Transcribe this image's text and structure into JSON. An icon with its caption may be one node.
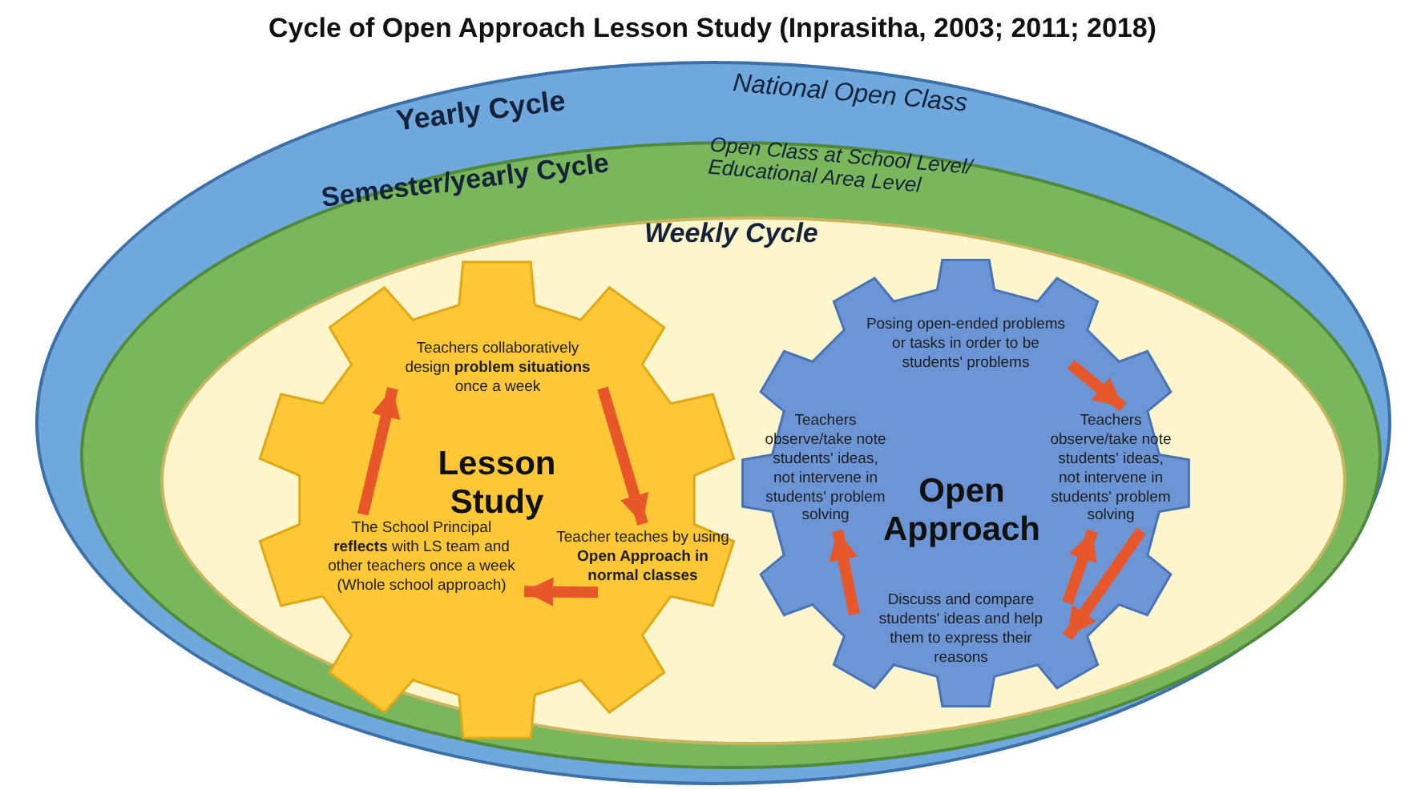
{
  "diagram": {
    "title": "Cycle of Open Approach Lesson Study (Inprasitha, 2003; 2011; 2018)",
    "nodes": [
      {
        "text": [
          "Yearly Cycle",
          "National Open Class"
        ]
      },
      {
        "text": [
          "Semester/yearly Cycle",
          "Open Class at School Level/ Educational Area Level"
        ],
        "in": 0
      },
      {
        "text": [
          "Weekly Cycle"
        ],
        "in": 1
      },
      {
        "text": [
          "Lesson Study"
        ],
        "in": 2
      },
      {
        "text": [
          "Teachers collaboratively design **problem situations** once a week"
        ],
        "in": 3
      },
      {
        "text": [
          "Teacher teaches by using **Open Approach in normal classes**"
        ],
        "in": 3
      },
      {
        "text": [
          "The School Principal **reflects** with LS team and other teachers once a week (Whole school approach)"
        ],
        "in": 3
      },
      {
        "text": [
          "Open Approach"
        ],
        "in": 2
      },
      {
        "text": [
          "Posing open-ended problems or tasks in order to be students' problems"
        ],
        "in": 7
      },
      {
        "text": [
          "Teachers observe/take note students' ideas, not intervene in students' problem solving"
        ],
        "in": 7
      },
      {
        "text": [
          "Discuss and compare students' ideas and help them to express their reasons"
        ],
        "in": 7
      },
      {
        "text": [
          "Teachers observe/take note students' ideas, not intervene in students' problem solving"
        ],
        "in": 7
      }
    ],
    "edges": [
      {
        "from": 4,
        "to": 5,
        "arrow": "to"
      },
      {
        "from": 5,
        "to": 6,
        "arrow": "to"
      },
      {
        "from": 6,
        "to": 4,
        "arrow": "to"
      },
      {
        "from": 8,
        "to": 9,
        "arrow": "to"
      },
      {
        "from": 10,
        "to": 9,
        "arrow": "to"
      },
      {
        "from": 9,
        "to": 10,
        "arrow": "to"
      },
      {
        "from": 10,
        "to": 11,
        "arrow": "to"
      }
    ]
  }
}
